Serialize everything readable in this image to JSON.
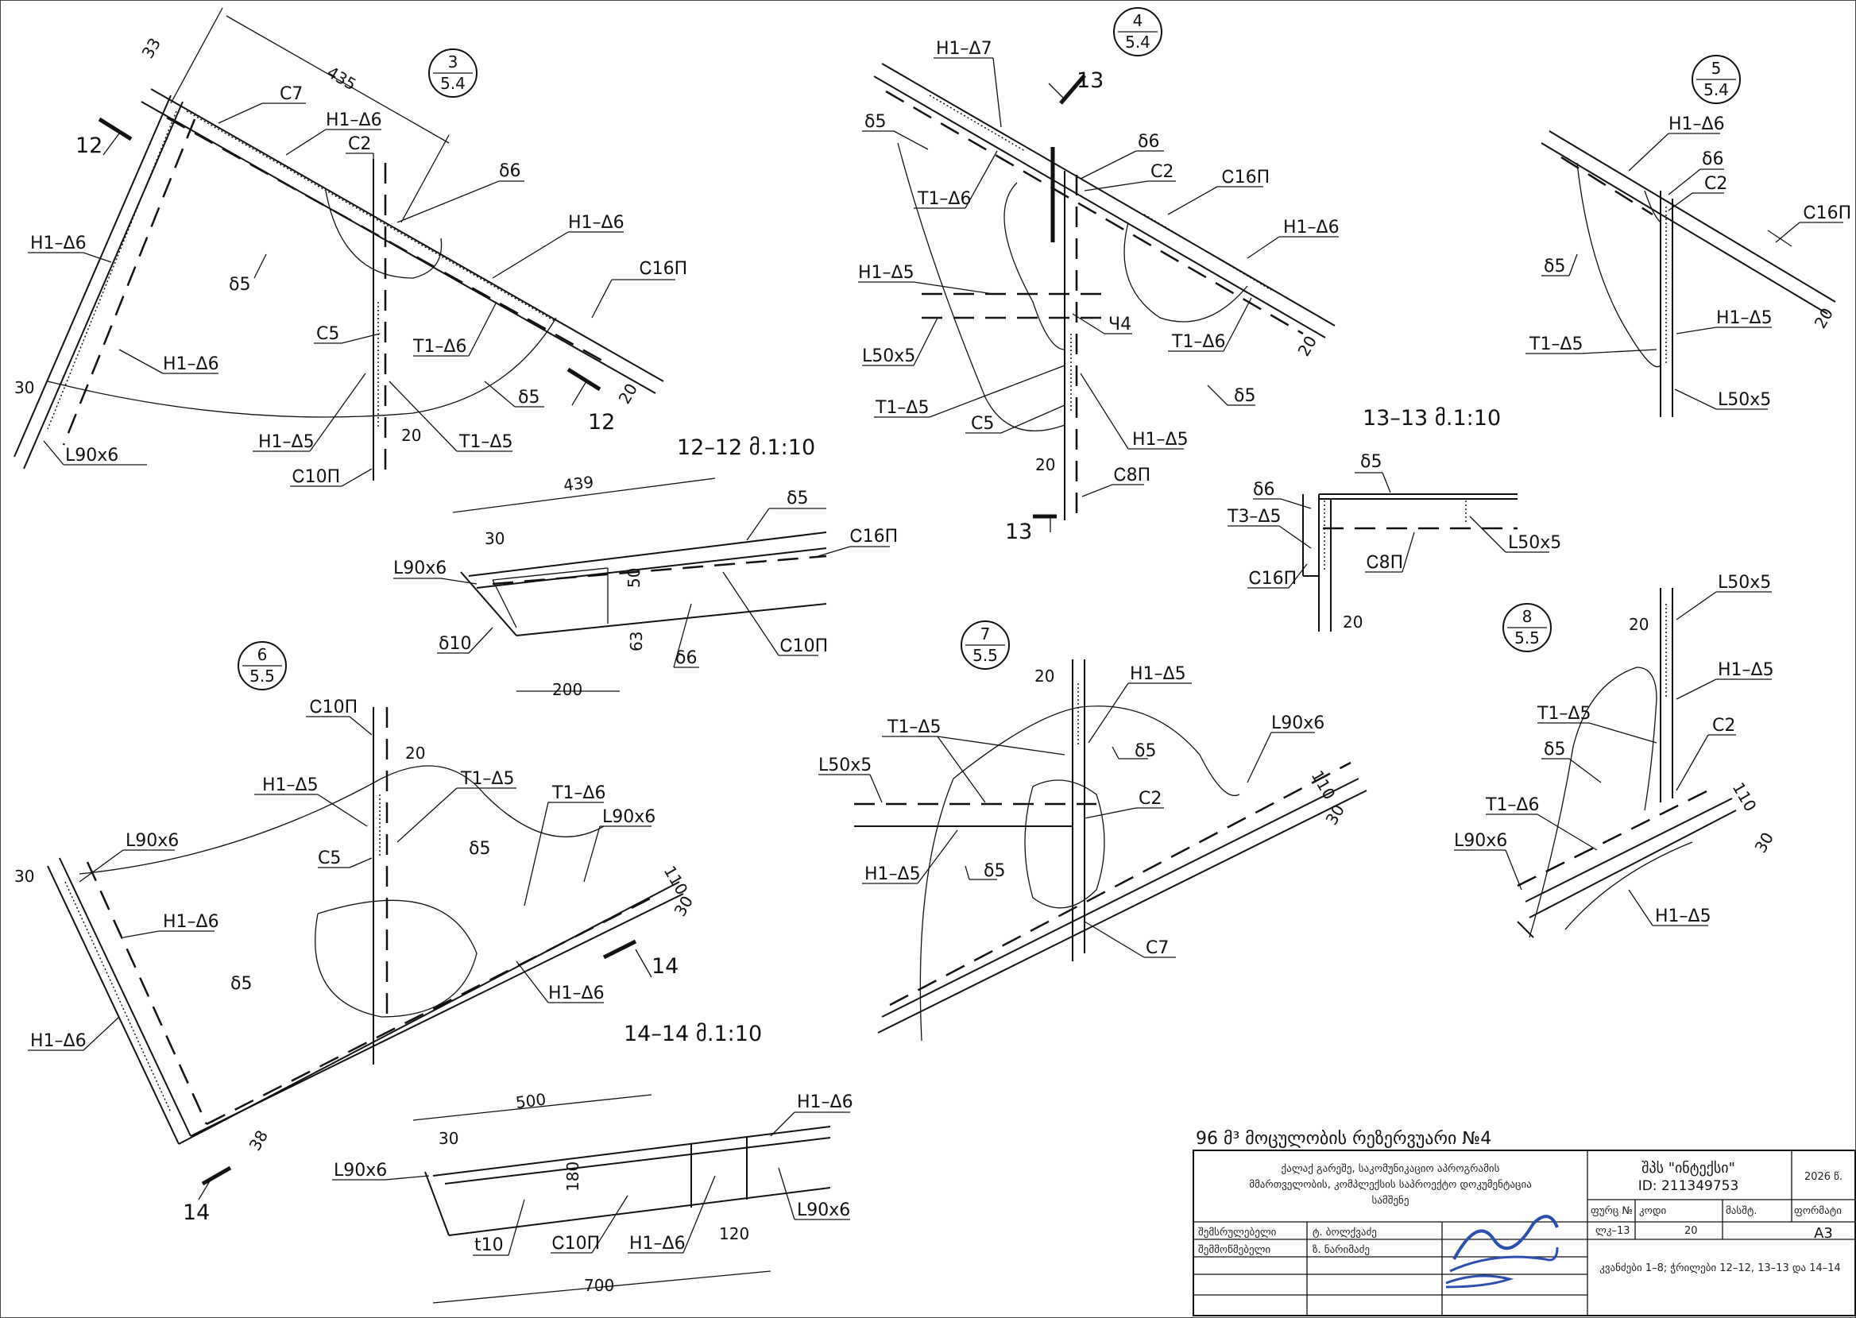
{
  "callouts": [
    {
      "top": "3",
      "bottom": "5.4"
    },
    {
      "top": "4",
      "bottom": "5.4"
    },
    {
      "top": "5",
      "bottom": "5.4"
    },
    {
      "top": "6",
      "bottom": "5.5"
    },
    {
      "top": "7",
      "bottom": "5.5"
    },
    {
      "top": "8",
      "bottom": "5.5"
    }
  ],
  "section_titles": {
    "s12": "12–12  მ.1:10",
    "s13": "13–13 მ.1:10",
    "s14": "14–14 მ.1:10"
  },
  "section_marks": {
    "m12": "12",
    "m13": "13",
    "m14": "14"
  },
  "labels": {
    "H1_6": "H1–Δ6",
    "H1_5": "H1–Δ5",
    "H1_7": "H1–Δ7",
    "T1_6": "T1–Δ6",
    "T1_5": "T1–Δ5",
    "T3_5": "T3–Δ5",
    "C7": "C7",
    "C2": "C2",
    "C5": "C5",
    "U4": "Ч4",
    "d5": "δ5",
    "d6": "δ6",
    "d10": "δ10",
    "t10": "t10",
    "C10P": "Ꮯ10П",
    "C16P": "Ꮯ16П",
    "C8P": "Ꮯ8П",
    "L90x6": "L90x6",
    "L50x5": "L50x5"
  },
  "dims": {
    "d435": "435",
    "d33": "33",
    "d30": "30",
    "d20": "20",
    "d439": "439",
    "d200": "200",
    "d63": "63",
    "d50": "50",
    "d110": "110",
    "d500": "500",
    "d700": "700",
    "d120": "120",
    "d180": "180",
    "d38": "38"
  },
  "title_block": {
    "heading": "96 მ³ მოცულობის რეზერვუარი №4",
    "project_desc_1": "ქალაქ გარეშე, საკომუნიკაციო აპროგრამის",
    "project_desc_2": "მმართველობის, კომპლექსის საპროექტო დოკუმენტაცია",
    "project_desc_3": "სამშენე",
    "company": "შპს \"ინტექსი\"",
    "company_id": "ID: 211349753",
    "year": "2026 წ.",
    "sheet_no_label": "ფურც №",
    "code_label": "კოდი",
    "stage_label": "მასშტ.",
    "format_label": "ფორმატი",
    "sheet_code": "ლკ–13",
    "sheet_num": "20",
    "format": "A3",
    "row1_role": "შემსრულებელი",
    "row1_name": "ტ. ბოლქვაძე",
    "row2_role": "შემმოწმებელი",
    "row2_name": "ზ. ნარიმაძე",
    "drawing_title": "კვანძები 1–8;  ჭრილები 12–12,  13–13 და 14–14"
  }
}
